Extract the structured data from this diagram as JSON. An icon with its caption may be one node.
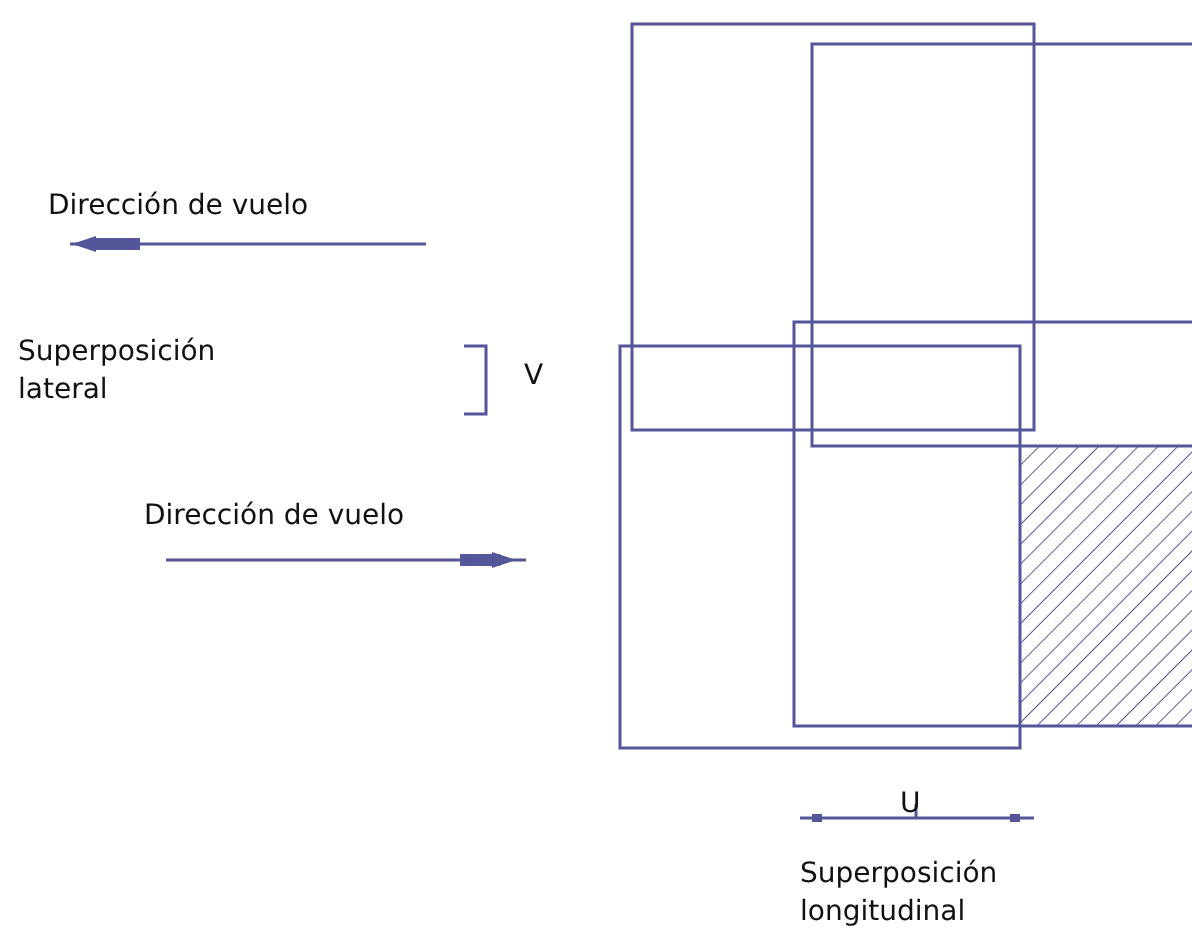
{
  "diagram": {
    "labels": [
      "Dirección de vuelo",
      "Superposición lateral",
      "V",
      "Dirección de vuelo",
      "U",
      "Superposición longitudinal"
    ]
  }
}
